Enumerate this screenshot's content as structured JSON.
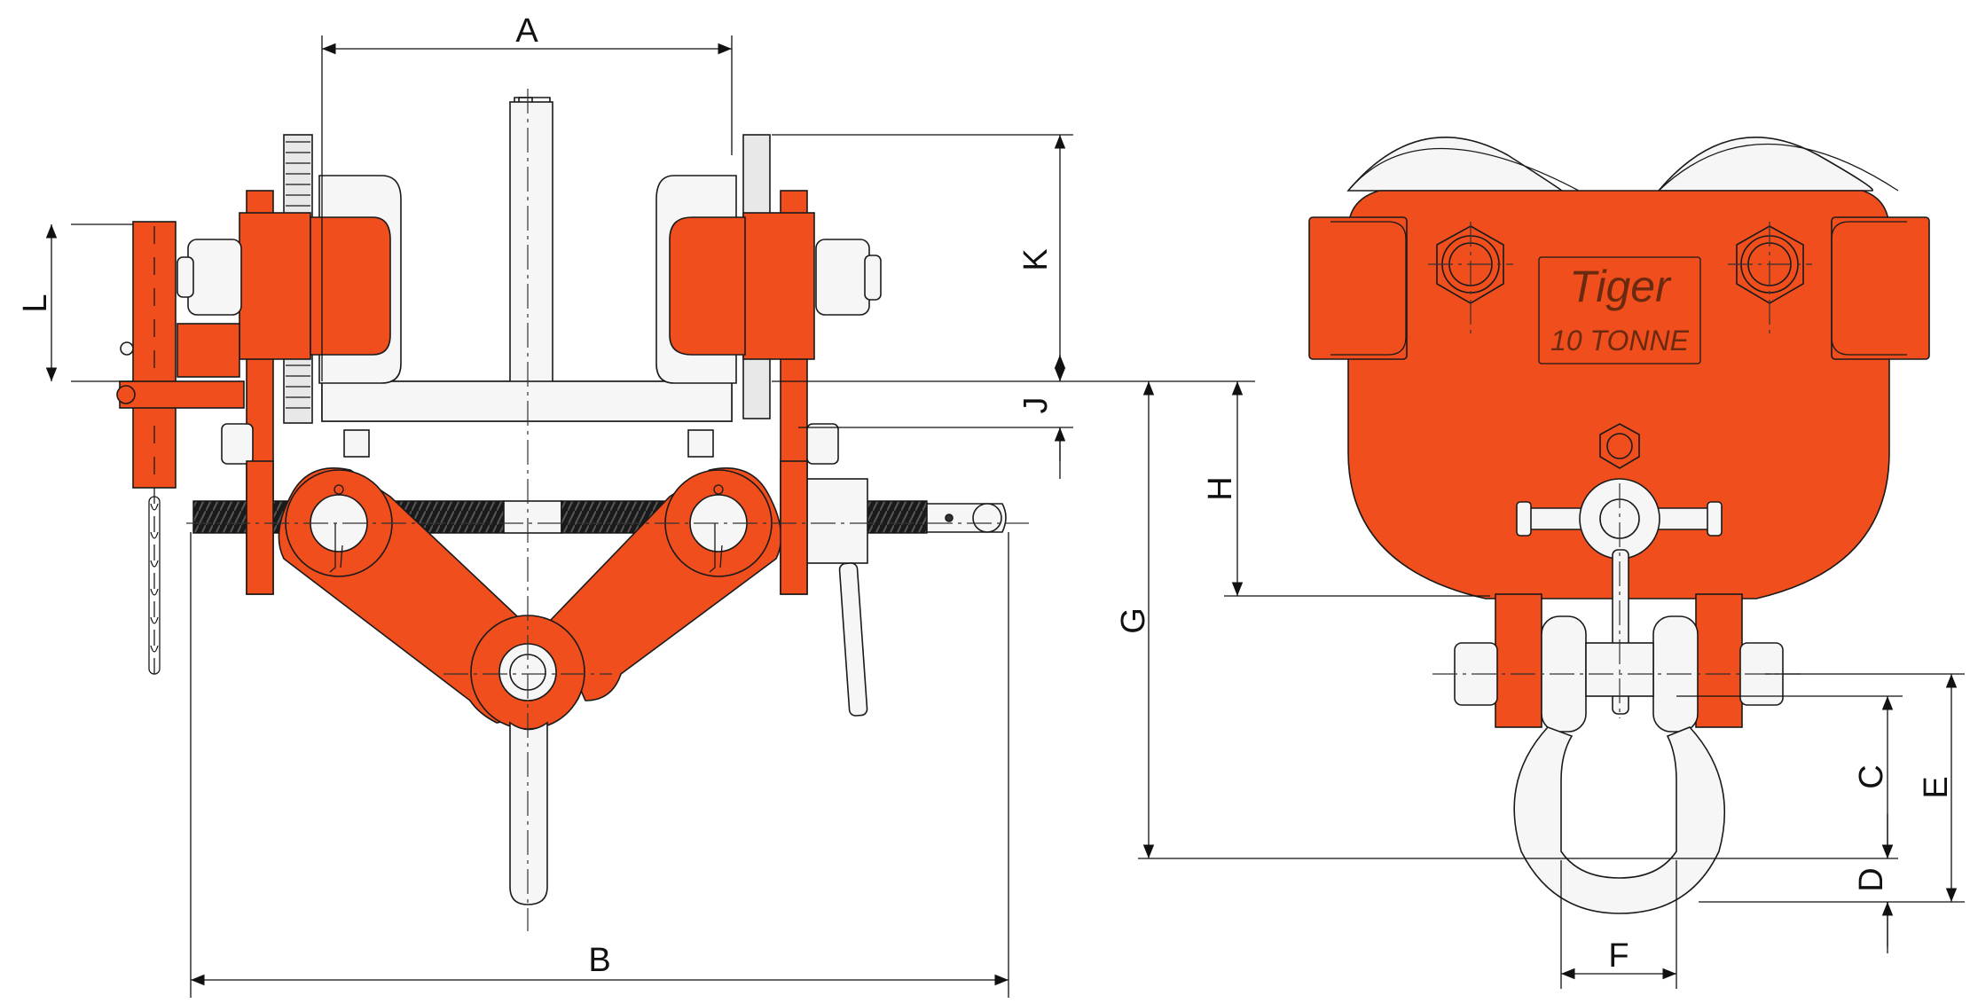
{
  "diagram": {
    "colors": {
      "body": "#f04e1c",
      "outline": "#1a1a1a",
      "metal": "#f6f6f6",
      "rod": "#222222"
    },
    "dimensions": {
      "A": "A",
      "B": "B",
      "C": "C",
      "D": "D",
      "E": "E",
      "F": "F",
      "G": "G",
      "H": "H",
      "J": "J",
      "K": "K",
      "L": "L"
    },
    "nameplate": {
      "brand": "Tiger",
      "capacity": "10 TONNE"
    }
  }
}
